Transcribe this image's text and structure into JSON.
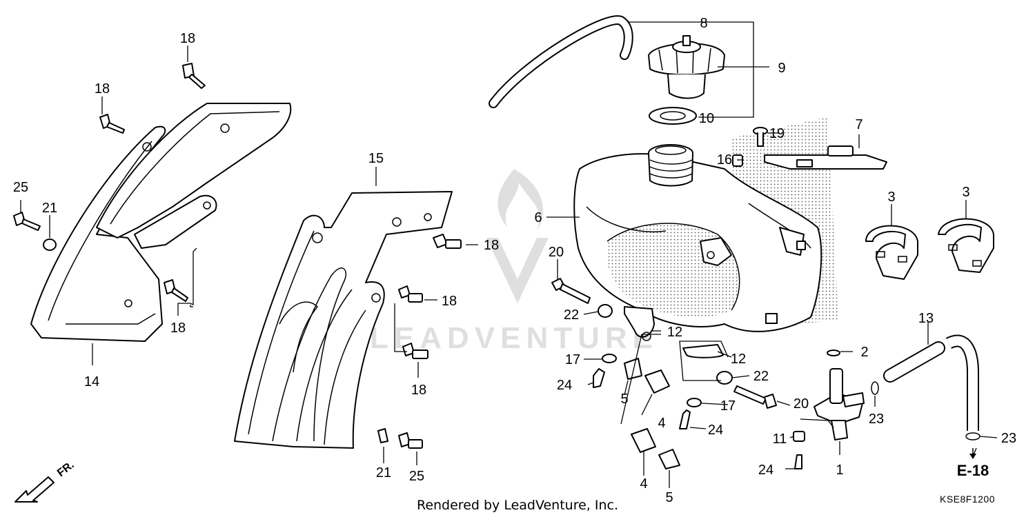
{
  "diagram": {
    "footer_text": "Rendered by LeadVenture, Inc.",
    "diagram_code": "KSE8F1200",
    "watermark_text": "LEADVENTURE",
    "ref_label": "E-18",
    "direction_label": "FR.",
    "callouts": {
      "c1": "1",
      "c2": "2",
      "c3a": "3",
      "c3b": "3",
      "c4a": "4",
      "c4b": "4",
      "c5a": "5",
      "c5b": "5",
      "c6": "6",
      "c7": "7",
      "c8": "8",
      "c9": "9",
      "c10": "10",
      "c11": "11",
      "c12a": "12",
      "c12b": "12",
      "c13": "13",
      "c14": "14",
      "c15": "15",
      "c16": "16",
      "c17a": "17",
      "c17b": "17",
      "c18a": "18",
      "c18b": "18",
      "c18c": "18",
      "c18d": "18",
      "c18e": "18",
      "c18f": "18",
      "c19": "19",
      "c20a": "20",
      "c20b": "20",
      "c21a": "21",
      "c21b": "21",
      "c22a": "22",
      "c22b": "22",
      "c23a": "23",
      "c23b": "23",
      "c24a": "24",
      "c24b": "24",
      "c24c": "24",
      "c25a": "25",
      "c25b": "25"
    }
  }
}
